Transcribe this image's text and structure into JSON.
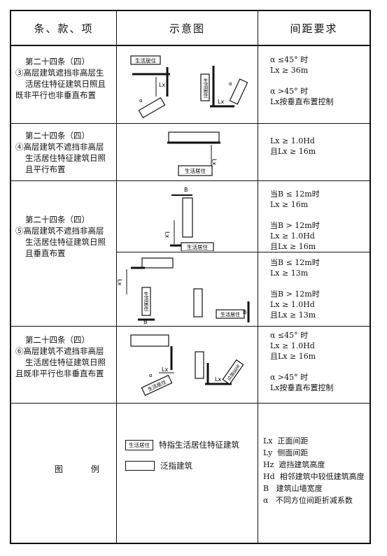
{
  "header": {
    "col1": "条、款、项",
    "col2": "示意图",
    "col3": "间距要求"
  },
  "rows": [
    {
      "clause": [
        "第二十四条（四）",
        "③高层建筑遮挡非高层生",
        "活居住特征建筑日照且",
        "既非平行也非垂直布置"
      ],
      "diagram": {
        "label": "生活居住",
        "lx": "Lx",
        "alpha": "α"
      },
      "req": [
        "α ≤45° 时",
        "Lx ≥ 36m",
        "",
        "α >45° 时",
        "Lx按垂直布置控制"
      ]
    },
    {
      "clause": [
        "第二十四条（四）",
        "④高层建筑不遮挡非高层",
        "生活居住特征建筑日照",
        "且平行布置"
      ],
      "diagram": {
        "label": "生活居住",
        "lx": "Lx"
      },
      "req": [
        "Lx ≥ 1.0Hd",
        "且Lx ≥ 16m"
      ]
    },
    {
      "clause": [
        "第二十四条（四）",
        "⑤高层建筑不遮挡非高层",
        "生活居住特征建筑日照",
        "且垂直布置"
      ],
      "diagram_a": {
        "label": "生活居住",
        "b": "B",
        "lx": "Lx"
      },
      "diagram_b": {
        "label": "生活居住",
        "b": "B",
        "lx": "Lx"
      },
      "req_a": [
        "当B ≤ 12m时",
        "Lx ≥ 16m",
        "",
        "当B > 12m时",
        "Lx ≥ 1.0Hd",
        "且Lx ≥ 16m"
      ],
      "req_b": [
        "当B ≤ 12m时",
        "Lx ≥ 13m",
        "",
        "当B > 12m时",
        "Lx ≥ 1.0Hd",
        "且Lx ≥ 13m"
      ]
    },
    {
      "clause": [
        "第二十四条（四）",
        "⑥高层建筑不遮挡非高层",
        "生活居住特征建筑日照",
        "且既非平行也非垂直布置"
      ],
      "diagram": {
        "label": "生活居住",
        "lx": "Lx",
        "alpha": "α"
      },
      "req": [
        "α ≤45° 时",
        "Lx ≥ 1.0Hd",
        "且Lx ≥ 16m",
        "",
        "α >45° 时",
        "Lx按垂直布置控制"
      ]
    }
  ],
  "legend": {
    "title": "图 例",
    "box_label": "生活居住",
    "special": "特指生活居住特征建筑",
    "generic": "泛指建筑",
    "terms": [
      "Lx  正面间距",
      "Ly  侧面间距",
      "Hz  遮挡建筑高度",
      "Hd  相邻建筑中较低建筑高度",
      "B   建筑山墙宽度",
      "α   不同方位间距折减系数"
    ]
  }
}
